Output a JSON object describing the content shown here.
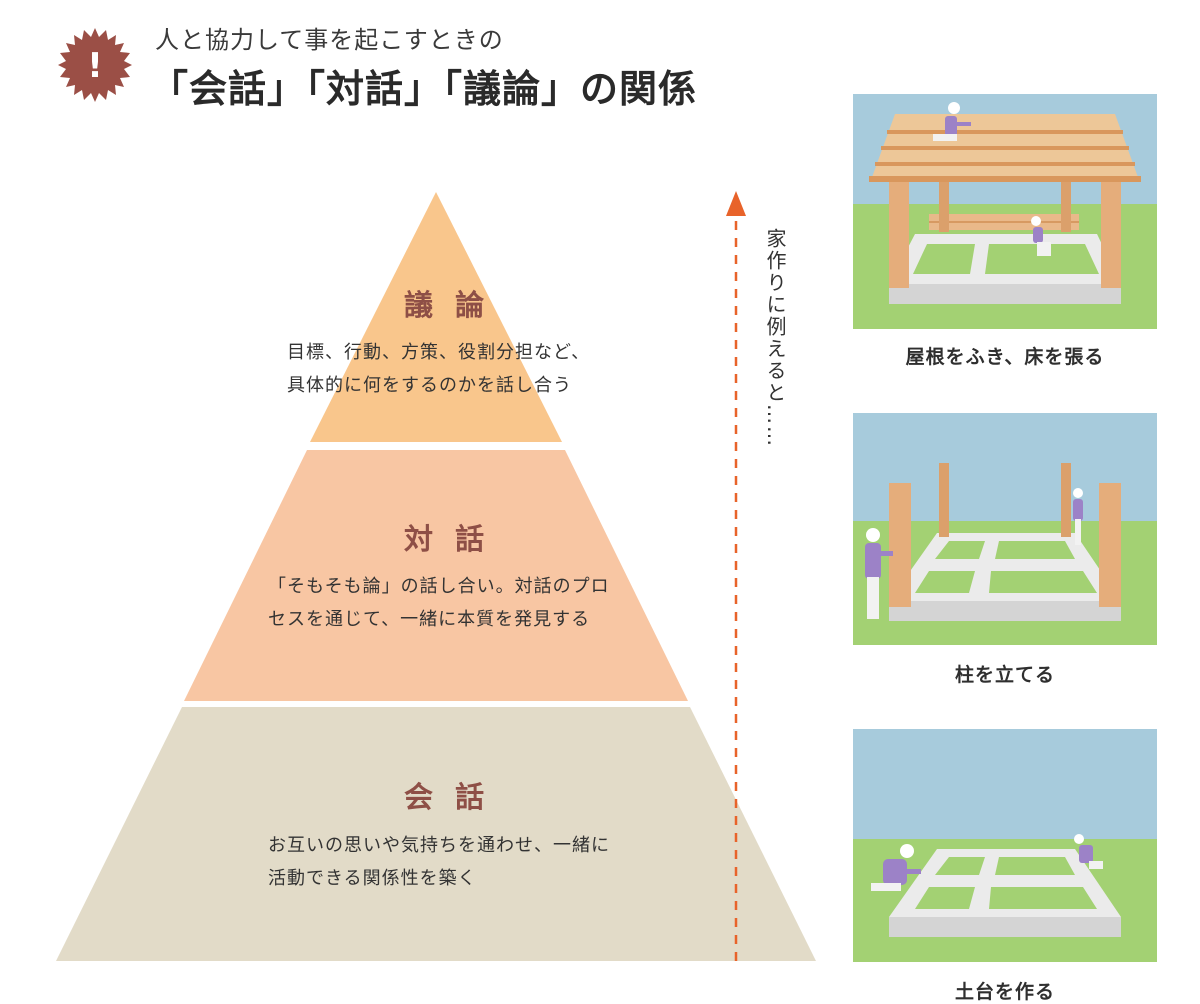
{
  "header": {
    "badge_symbol": "!",
    "subtitle": "人と協力して事を起こすときの",
    "title": "「会話」「対話」「議論」の関係"
  },
  "pyramid": {
    "tiers": [
      {
        "name": "議 論",
        "lines": [
          "目標、行動、方策、役割分担など、",
          "具体的に何をするのかを話し合う"
        ],
        "color": "#f9c68c"
      },
      {
        "name": "対 話",
        "lines": [
          "「そもそも論」の話し合い。対話のプロ",
          "セスを通じて、一緒に本質を発見する"
        ],
        "color": "#f8c6a3"
      },
      {
        "name": "会 話",
        "lines": [
          "お互いの思いや気持ちを通わせ、一緒に",
          "活動できる関係性を築く"
        ],
        "color": "#e2dbc8"
      }
    ]
  },
  "arrow": {
    "caption": "家作りに例えると……",
    "color": "#e8632a"
  },
  "scenes": [
    {
      "label": "屋根をふき、床を張る",
      "icon": "house-roof-floor-illustration"
    },
    {
      "label": "柱を立てる",
      "icon": "house-pillars-illustration"
    },
    {
      "label": "土台を作る",
      "icon": "house-foundation-illustration"
    }
  ],
  "colors": {
    "badge": "#9b4f46",
    "sky": "#a7cbdc",
    "grass": "#a3d173",
    "foundation": "#ebebeb",
    "wood": "#e5ad7b",
    "worker": "#9c82c7"
  }
}
